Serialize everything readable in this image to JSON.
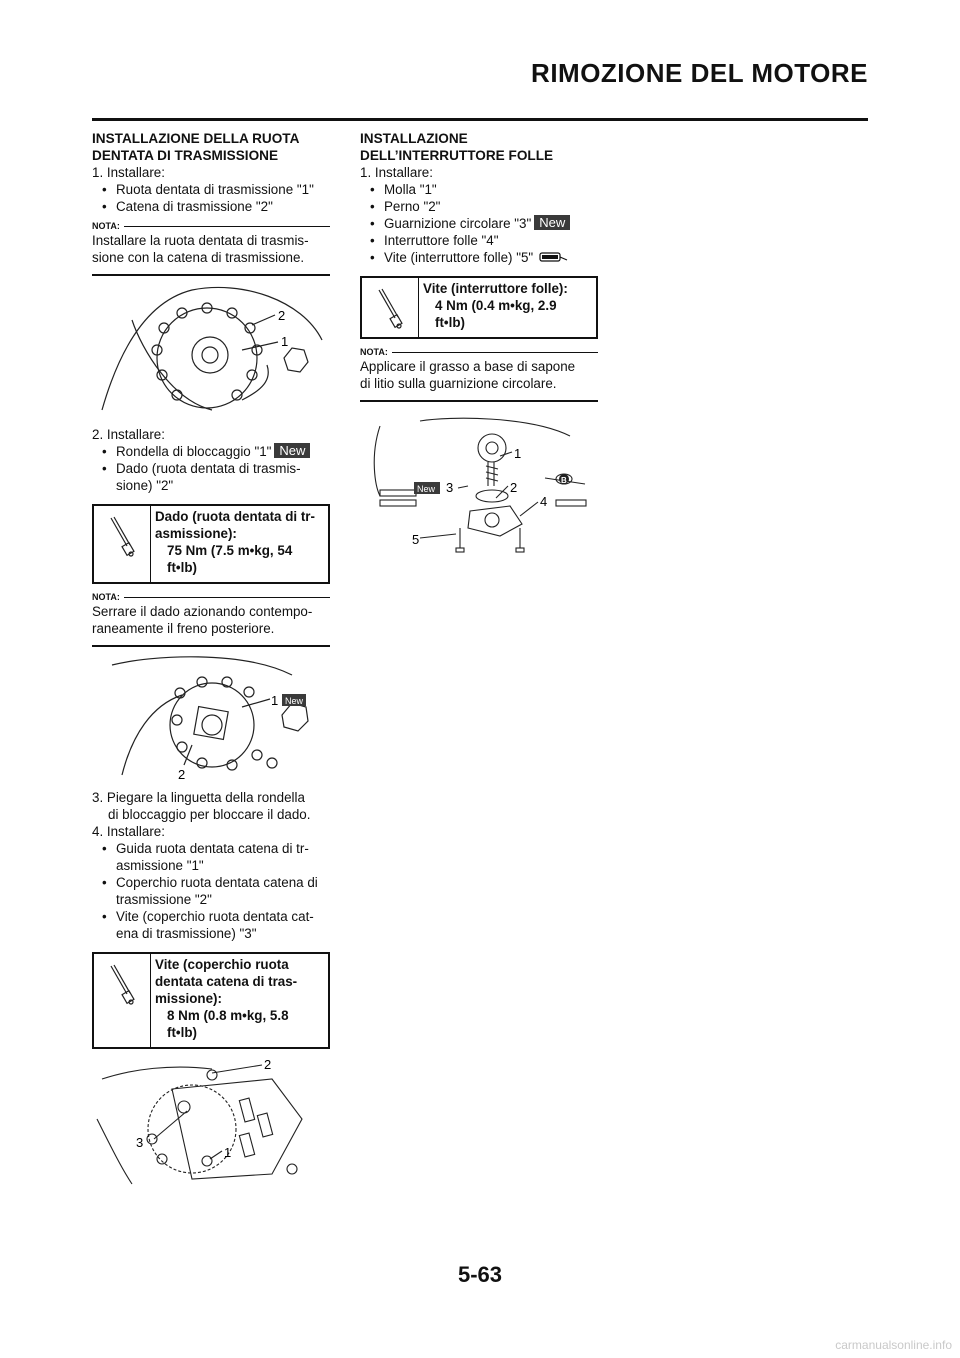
{
  "header": {
    "title": "RIMOZIONE DEL MOTORE"
  },
  "left": {
    "s1_title_1": "INSTALLAZIONE DELLA RUOTA",
    "s1_title_2": "DENTATA DI TRASMISSIONE",
    "s1_step": "1. Installare:",
    "s1_b1": "Ruota dentata di trasmissione \"1\"",
    "s1_b2": "Catena di trasmissione \"2\"",
    "nota_label": "NOTA:",
    "nota1_1": "Installare la ruota dentata di trasmis-",
    "nota1_2": "sione con la catena di trasmissione.",
    "s2_step": "2. Installare:",
    "s2_b1": "Rondella di bloccaggio \"1\"",
    "new_label": "New",
    "s2_b2a": "Dado (ruota dentata di trasmis-",
    "s2_b2b": "sione) \"2\"",
    "tq1_a": "Dado (ruota dentata di tr-",
    "tq1_b": "asmissione):",
    "tq1_v1": "75 Nm (7.5 m•kg, 54",
    "tq1_v2": "ft•lb)",
    "nota2_1": "Serrare il dado azionando contempo-",
    "nota2_2": "raneamente il freno posteriore.",
    "s3_a": "3. Piegare la linguetta della rondella",
    "s3_b": "di bloccaggio per bloccare il dado.",
    "s4_step": "4. Installare:",
    "s4_b1a": "Guida ruota dentata catena di tr-",
    "s4_b1b": "asmissione \"1\"",
    "s4_b2a": "Coperchio ruota dentata catena di",
    "s4_b2b": "trasmissione \"2\"",
    "s4_b3a": "Vite (coperchio ruota dentata cat-",
    "s4_b3b": "ena di trasmissione) \"3\"",
    "tq2_a": "Vite (coperchio ruota",
    "tq2_b": "dentata catena di tras-",
    "tq2_c": "missione):",
    "tq2_v1": "8 Nm (0.8 m•kg, 5.8",
    "tq2_v2": "ft•lb)"
  },
  "right": {
    "title_1": "INSTALLAZIONE",
    "title_2": "DELL’INTERRUTTORE FOLLE",
    "step": "1. Installare:",
    "b1": "Molla \"1\"",
    "b2": "Perno \"2\"",
    "b3": "Guarnizione circolare \"3\"",
    "b4": "Interruttore folle \"4\"",
    "b5": "Vite (interruttore folle) \"5\"",
    "tq_a": "Vite (interruttore folle):",
    "tq_v1": "4 Nm (0.4 m•kg, 2.9",
    "tq_v2": "ft•lb)",
    "nota_1": "Applicare il grasso a base di sapone",
    "nota_2": "di litio sulla guarnizione circolare."
  },
  "figure_labels": {
    "n1": "1",
    "n2": "2",
    "n3": "3",
    "n4": "4",
    "n5": "5",
    "grease": "B"
  },
  "footer": {
    "page_number": "5-63",
    "watermark": "carmanualsonline.info"
  }
}
